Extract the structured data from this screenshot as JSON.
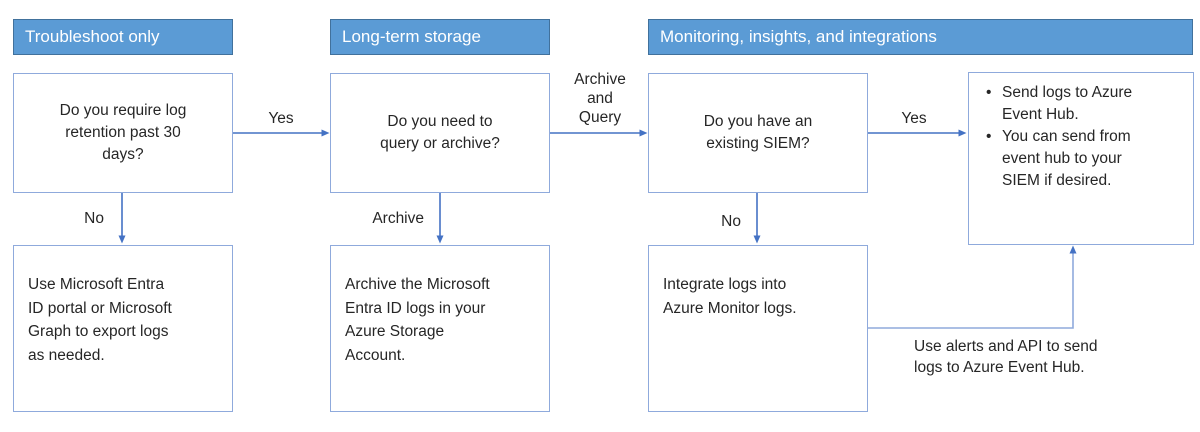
{
  "colors": {
    "header_fill": "#5b9bd5",
    "header_border": "#41719c",
    "box_border": "#8faadc",
    "arrow_color": "#4472c4",
    "elbow_color": "#8faadc",
    "text_color": "#262626",
    "header_text_color": "#ffffff",
    "background": "#ffffff"
  },
  "headers": [
    {
      "label": "Troubleshoot only"
    },
    {
      "label": "Long-term storage"
    },
    {
      "label": "Monitoring, insights, and integrations"
    }
  ],
  "boxes": {
    "retention_question": "Do you require log\nretention past 30\ndays?",
    "query_archive_question": "Do you need to\nquery or archive?",
    "siem_question": "Do you have an\nexisting SIEM?",
    "event_hub_bullets": [
      "Send logs to Azure\nEvent Hub.",
      "You can send from\nevent hub to your\nSIEM if desired."
    ],
    "export_logs": "Use Microsoft Entra\nID portal or Microsoft\nGraph to export logs\nas needed.",
    "archive_storage": "Archive the Microsoft\nEntra ID logs in your\nAzure Storage\nAccount.",
    "azure_monitor": "Integrate logs into\nAzure Monitor logs."
  },
  "edge_labels": {
    "yes_retention": "Yes",
    "no_retention": "No",
    "archive_and_query": "Archive\nand\nQuery",
    "archive": "Archive",
    "yes_siem": "Yes",
    "no_siem": "No",
    "alerts_api": "Use alerts and API to send\nlogs to Azure Event Hub."
  }
}
